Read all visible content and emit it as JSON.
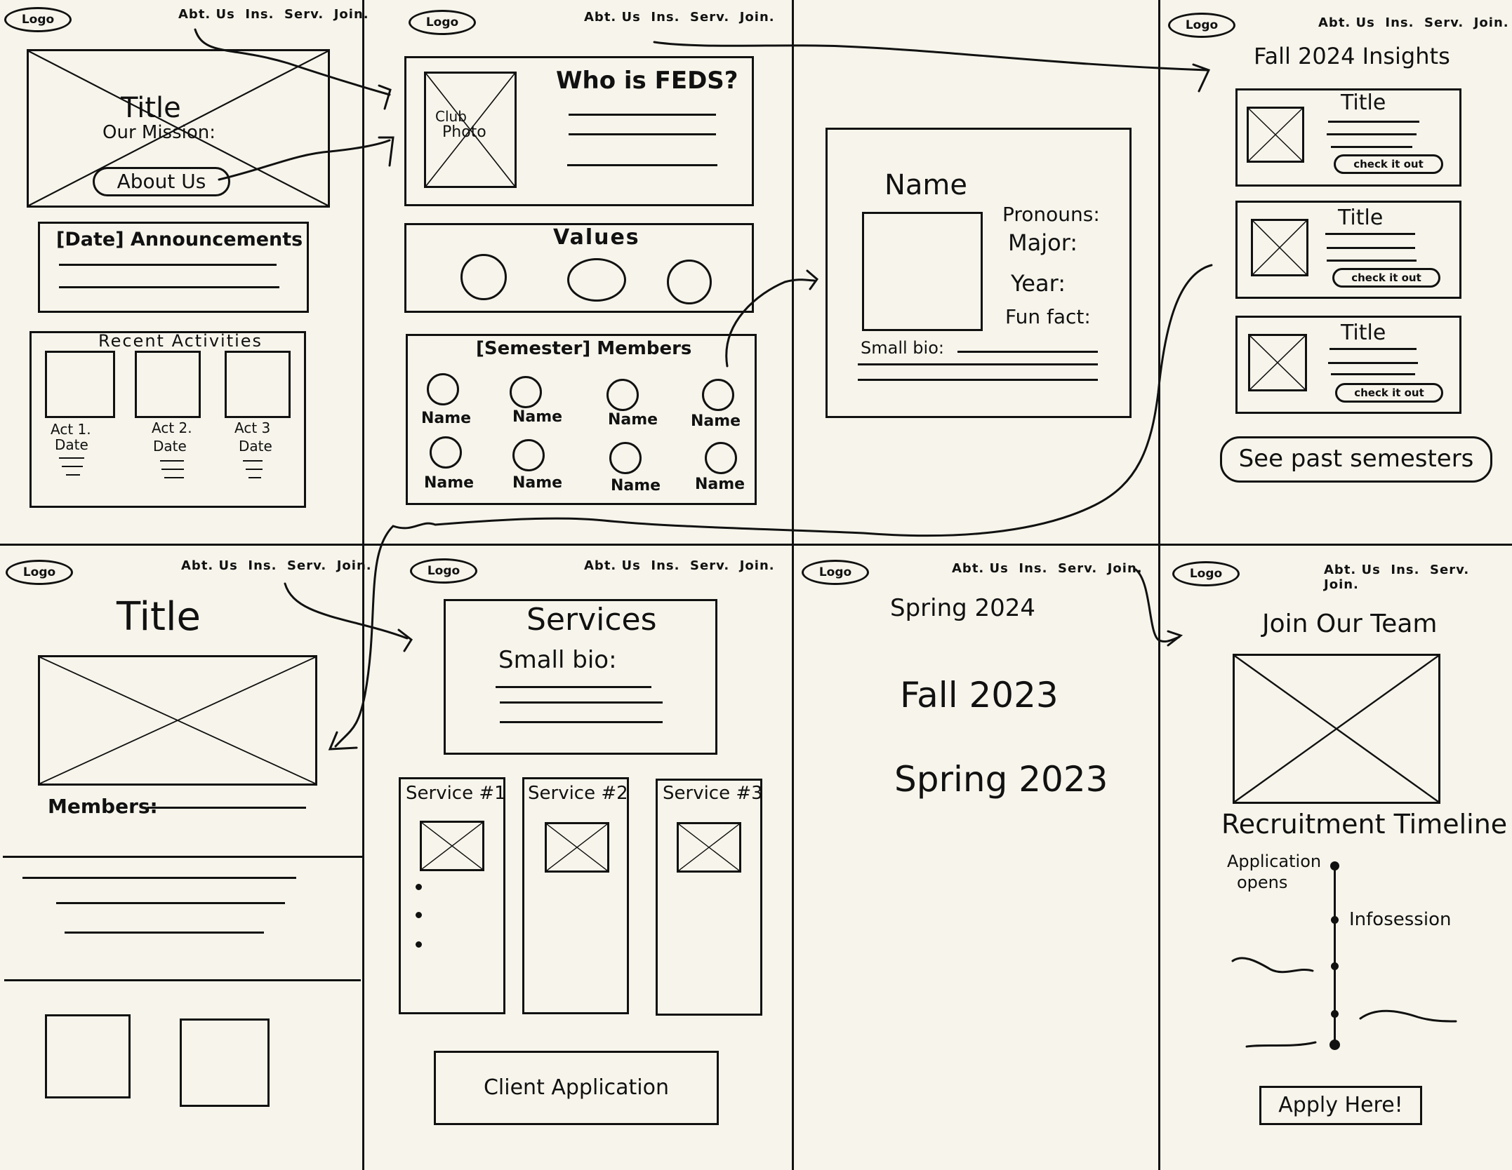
{
  "nav": {
    "logo": "Logo",
    "about": "Abt. Us",
    "insights": "Ins.",
    "services": "Serv.",
    "join": "Join."
  },
  "home": {
    "hero_title": "Title",
    "mission": "Our Mission:",
    "about_button": "About Us",
    "announcements": "[Date] Announcements",
    "recent_title": "Recent Activities",
    "activities": [
      {
        "name": "Act 1.",
        "date": "Date"
      },
      {
        "name": "Act 2.",
        "date": "Date"
      },
      {
        "name": "Act 3",
        "date": "Date"
      }
    ]
  },
  "about": {
    "photo_label_1": "Club",
    "photo_label_2": "Photo",
    "who": "Who is FEDS?",
    "values": "Values",
    "members_title": "[Semester] Members",
    "member_names": [
      "Name",
      "Name",
      "Name",
      "Name",
      "Name",
      "Name",
      "Name",
      "Name"
    ]
  },
  "profile": {
    "name": "Name",
    "pronouns": "Pronouns:",
    "major": "Major:",
    "year": "Year:",
    "fun_fact": "Fun fact:",
    "bio": "Small bio:"
  },
  "insights": {
    "heading": "Fall 2024 Insights",
    "card_title": "Title",
    "card_button": "check it out",
    "past_button": "See past semesters"
  },
  "project": {
    "title": "Title",
    "members": "Members:"
  },
  "services": {
    "title": "Services",
    "bio": "Small bio:",
    "service_cols": [
      "Service #1",
      "Service #2",
      "Service #3"
    ],
    "client_button": "Client Application"
  },
  "past": {
    "semesters": [
      "Spring 2024",
      "Fall 2023",
      "Spring 2023"
    ]
  },
  "join": {
    "title": "Join Our Team",
    "timeline_title": "Recruitment Timeline",
    "app_opens_1": "Application",
    "app_opens_2": "opens",
    "infosession": "Infosession",
    "apply_button": "Apply Here!"
  }
}
